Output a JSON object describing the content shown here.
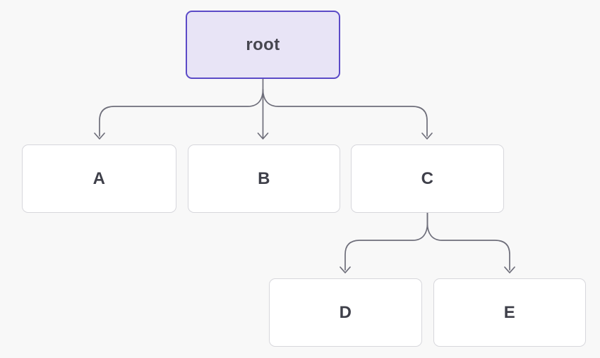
{
  "diagram": {
    "type": "tree",
    "nodes": [
      {
        "id": "root",
        "label": "root",
        "variant": "root"
      },
      {
        "id": "a",
        "label": "A",
        "variant": "default"
      },
      {
        "id": "b",
        "label": "B",
        "variant": "default"
      },
      {
        "id": "c",
        "label": "C",
        "variant": "default"
      },
      {
        "id": "d",
        "label": "D",
        "variant": "default"
      },
      {
        "id": "e",
        "label": "E",
        "variant": "default"
      }
    ],
    "edges": [
      {
        "from": "root",
        "to": "A"
      },
      {
        "from": "root",
        "to": "B"
      },
      {
        "from": "root",
        "to": "C"
      },
      {
        "from": "C",
        "to": "D"
      },
      {
        "from": "C",
        "to": "E"
      }
    ],
    "colors": {
      "background": "#f8f8f8",
      "root_fill": "#e8e4f6",
      "root_border": "#5b4ac7",
      "node_fill": "#ffffff",
      "node_border": "#d7d7dc",
      "edge": "#6e6e7a",
      "label": "#3f404a"
    }
  }
}
